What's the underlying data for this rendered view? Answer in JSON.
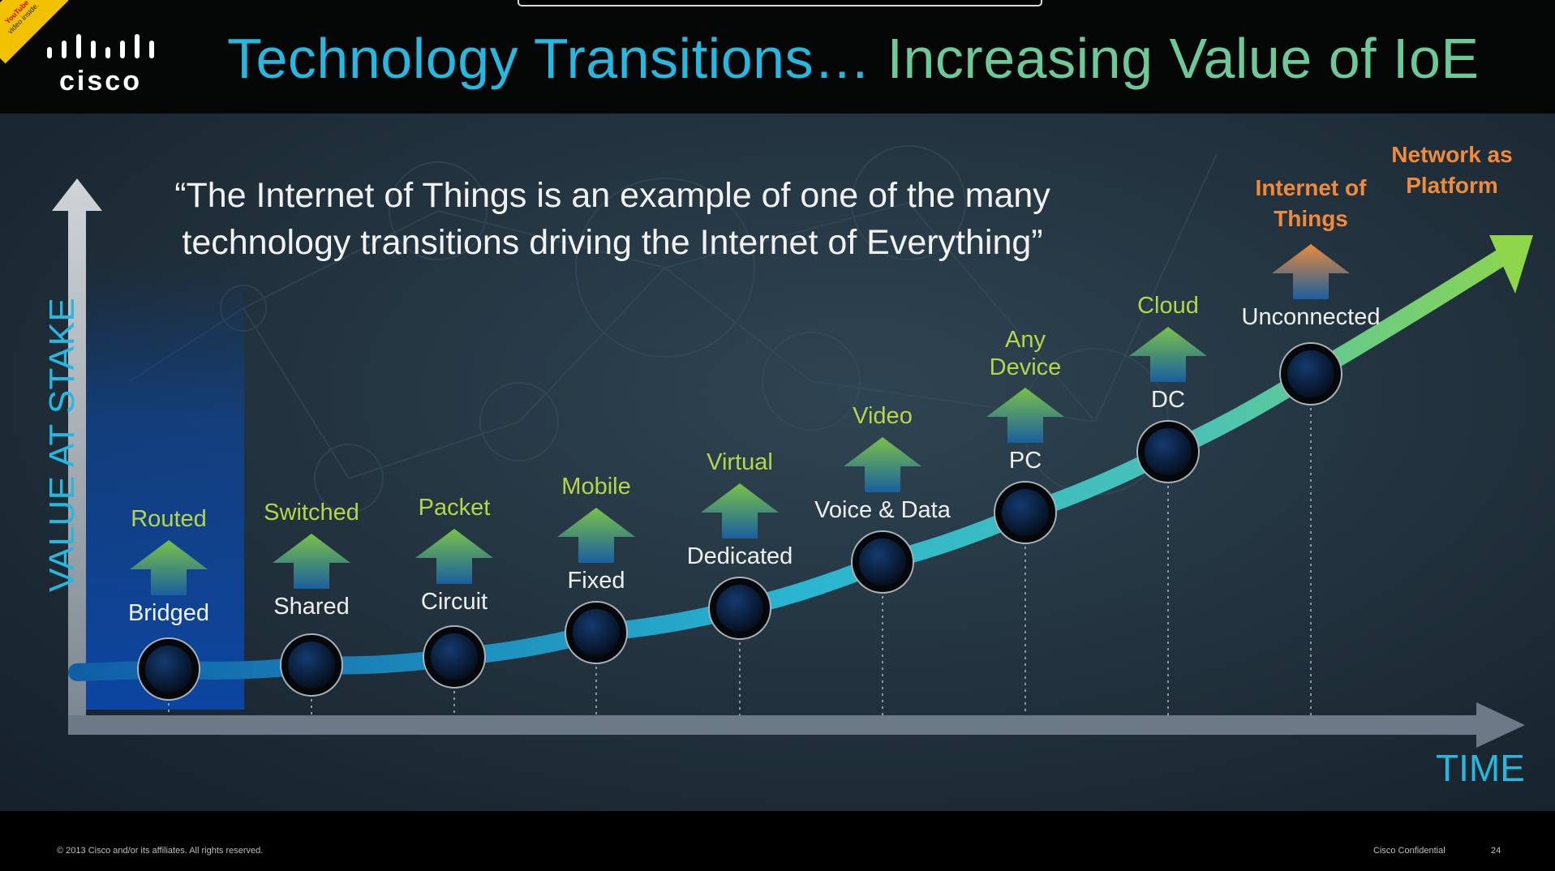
{
  "slide": {
    "logo_text": "cisco",
    "title_part1": "Technology Transitions…",
    "title_part2": "Increasing Value of IoE",
    "quote": "“The Internet of Things is an example of one of the many technology transitions driving the Internet of Everything”",
    "y_axis_label": "VALUE AT STAKE",
    "x_axis_label": "TIME",
    "youtube_badge_brand": "YouTube",
    "youtube_badge_text": "video inside.",
    "footer_left": "© 2013 Cisco and/or its affiliates. All rights reserved.",
    "footer_right": "Cisco Confidential",
    "page_number": "24"
  },
  "transitions": [
    {
      "from": "Bridged",
      "to": "Routed"
    },
    {
      "from": "Shared",
      "to": "Switched"
    },
    {
      "from": "Circuit",
      "to": "Packet"
    },
    {
      "from": "Fixed",
      "to": "Mobile"
    },
    {
      "from": "Dedicated",
      "to": "Virtual"
    },
    {
      "from": "Voice & Data",
      "to": "Video"
    },
    {
      "from": "PC",
      "to": "Any Device"
    },
    {
      "from": "DC",
      "to": "Cloud"
    },
    {
      "from": "Unconnected",
      "to": "Internet of Things"
    }
  ],
  "end_label": "Network as Platform",
  "colors": {
    "title_blue": "#27b8e0",
    "title_green": "#6cc99a",
    "new_tech": "#b6d64a",
    "highlight": "#f28a3c",
    "axis_label": "#27b8e0"
  }
}
